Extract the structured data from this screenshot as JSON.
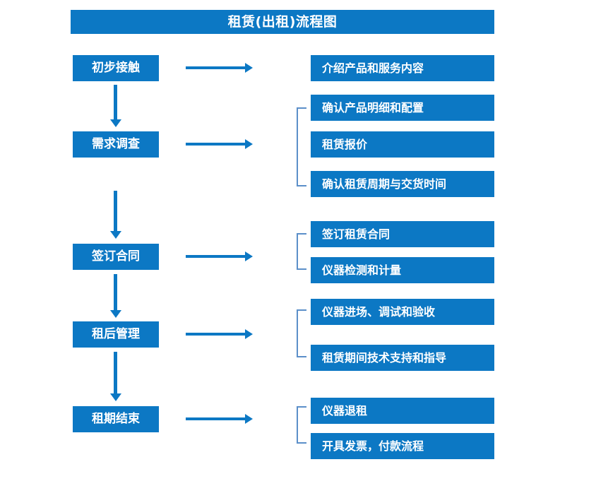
{
  "document": {
    "title": "租赁(出租)流程图",
    "accent_color": "#0c78c4",
    "bracket_color": "#5b8fc9",
    "background_color": "#ffffff",
    "text_color": "#ffffff"
  },
  "flow": {
    "stages": [
      {
        "label": "初步接触"
      },
      {
        "label": "需求调查"
      },
      {
        "label": "签订合同"
      },
      {
        "label": "租后管理"
      },
      {
        "label": "租期结束"
      }
    ],
    "details": [
      {
        "label": "介绍产品和服务内容"
      },
      {
        "label": "确认产品明细和配置"
      },
      {
        "label": "租赁报价"
      },
      {
        "label": "确认租赁周期与交货时间"
      },
      {
        "label": "签订租赁合同"
      },
      {
        "label": "仪器检测和计量"
      },
      {
        "label": "仪器进场、调试和验收"
      },
      {
        "label": "租赁期间技术支持和指导"
      },
      {
        "label": "仪器退租"
      },
      {
        "label": "开具发票，付款流程"
      }
    ],
    "connectors": {
      "stage_to_detail": "right-arrow",
      "stage_to_stage": "down-arrow",
      "detail_group": "left-bracket"
    }
  }
}
